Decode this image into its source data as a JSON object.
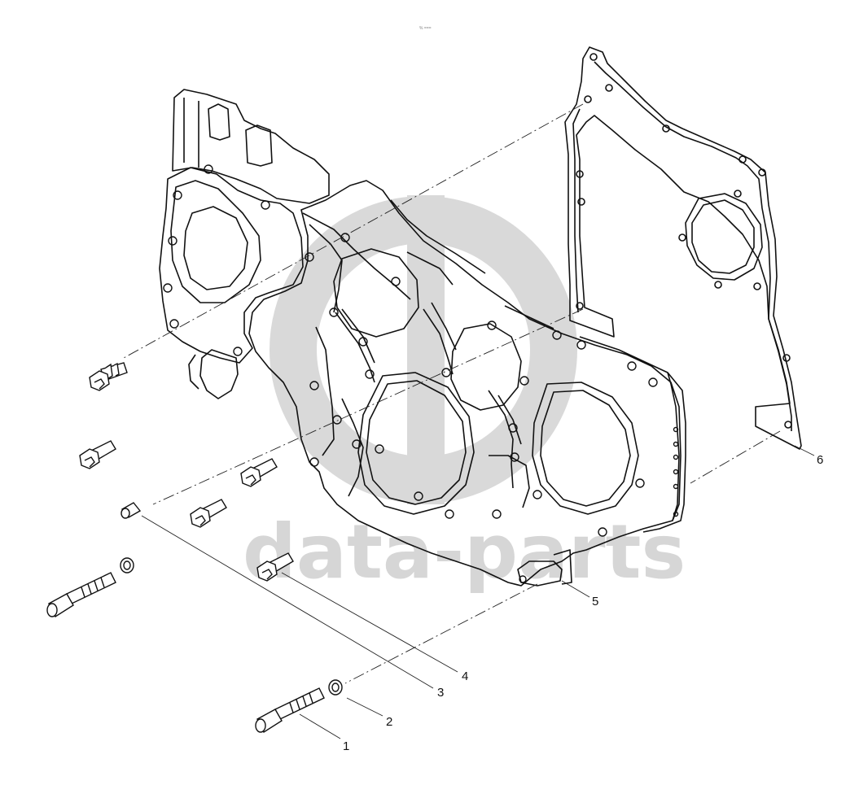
{
  "header": {
    "mark": "% ==="
  },
  "watermark": {
    "text": "data-parts",
    "color": "#d6d6d6"
  },
  "callouts": [
    "1",
    "2",
    "3",
    "4",
    "5",
    "6"
  ],
  "colors": {
    "line": "#111111",
    "watermark": "#d6d6d6",
    "background": "#ffffff"
  }
}
